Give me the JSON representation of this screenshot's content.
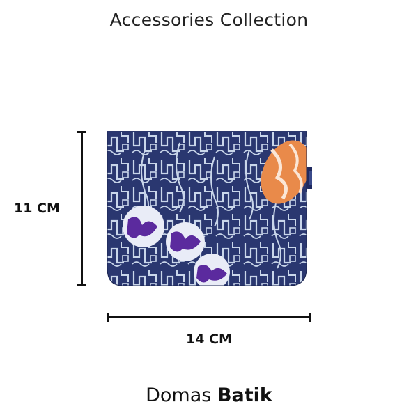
{
  "header": {
    "title": "Accessories Collection"
  },
  "product": {
    "height_label": "11 CM",
    "width_label": "14 CM",
    "colors": {
      "fabric_base": "#2a3770",
      "pattern_lines": "#c9d6ea",
      "accent_orange": "#e98a4a",
      "accent_purple": "#5b2a9e",
      "tab": "#1f2a60"
    }
  },
  "footer": {
    "brand_regular": "Domas",
    "brand_bold": "Batik"
  }
}
